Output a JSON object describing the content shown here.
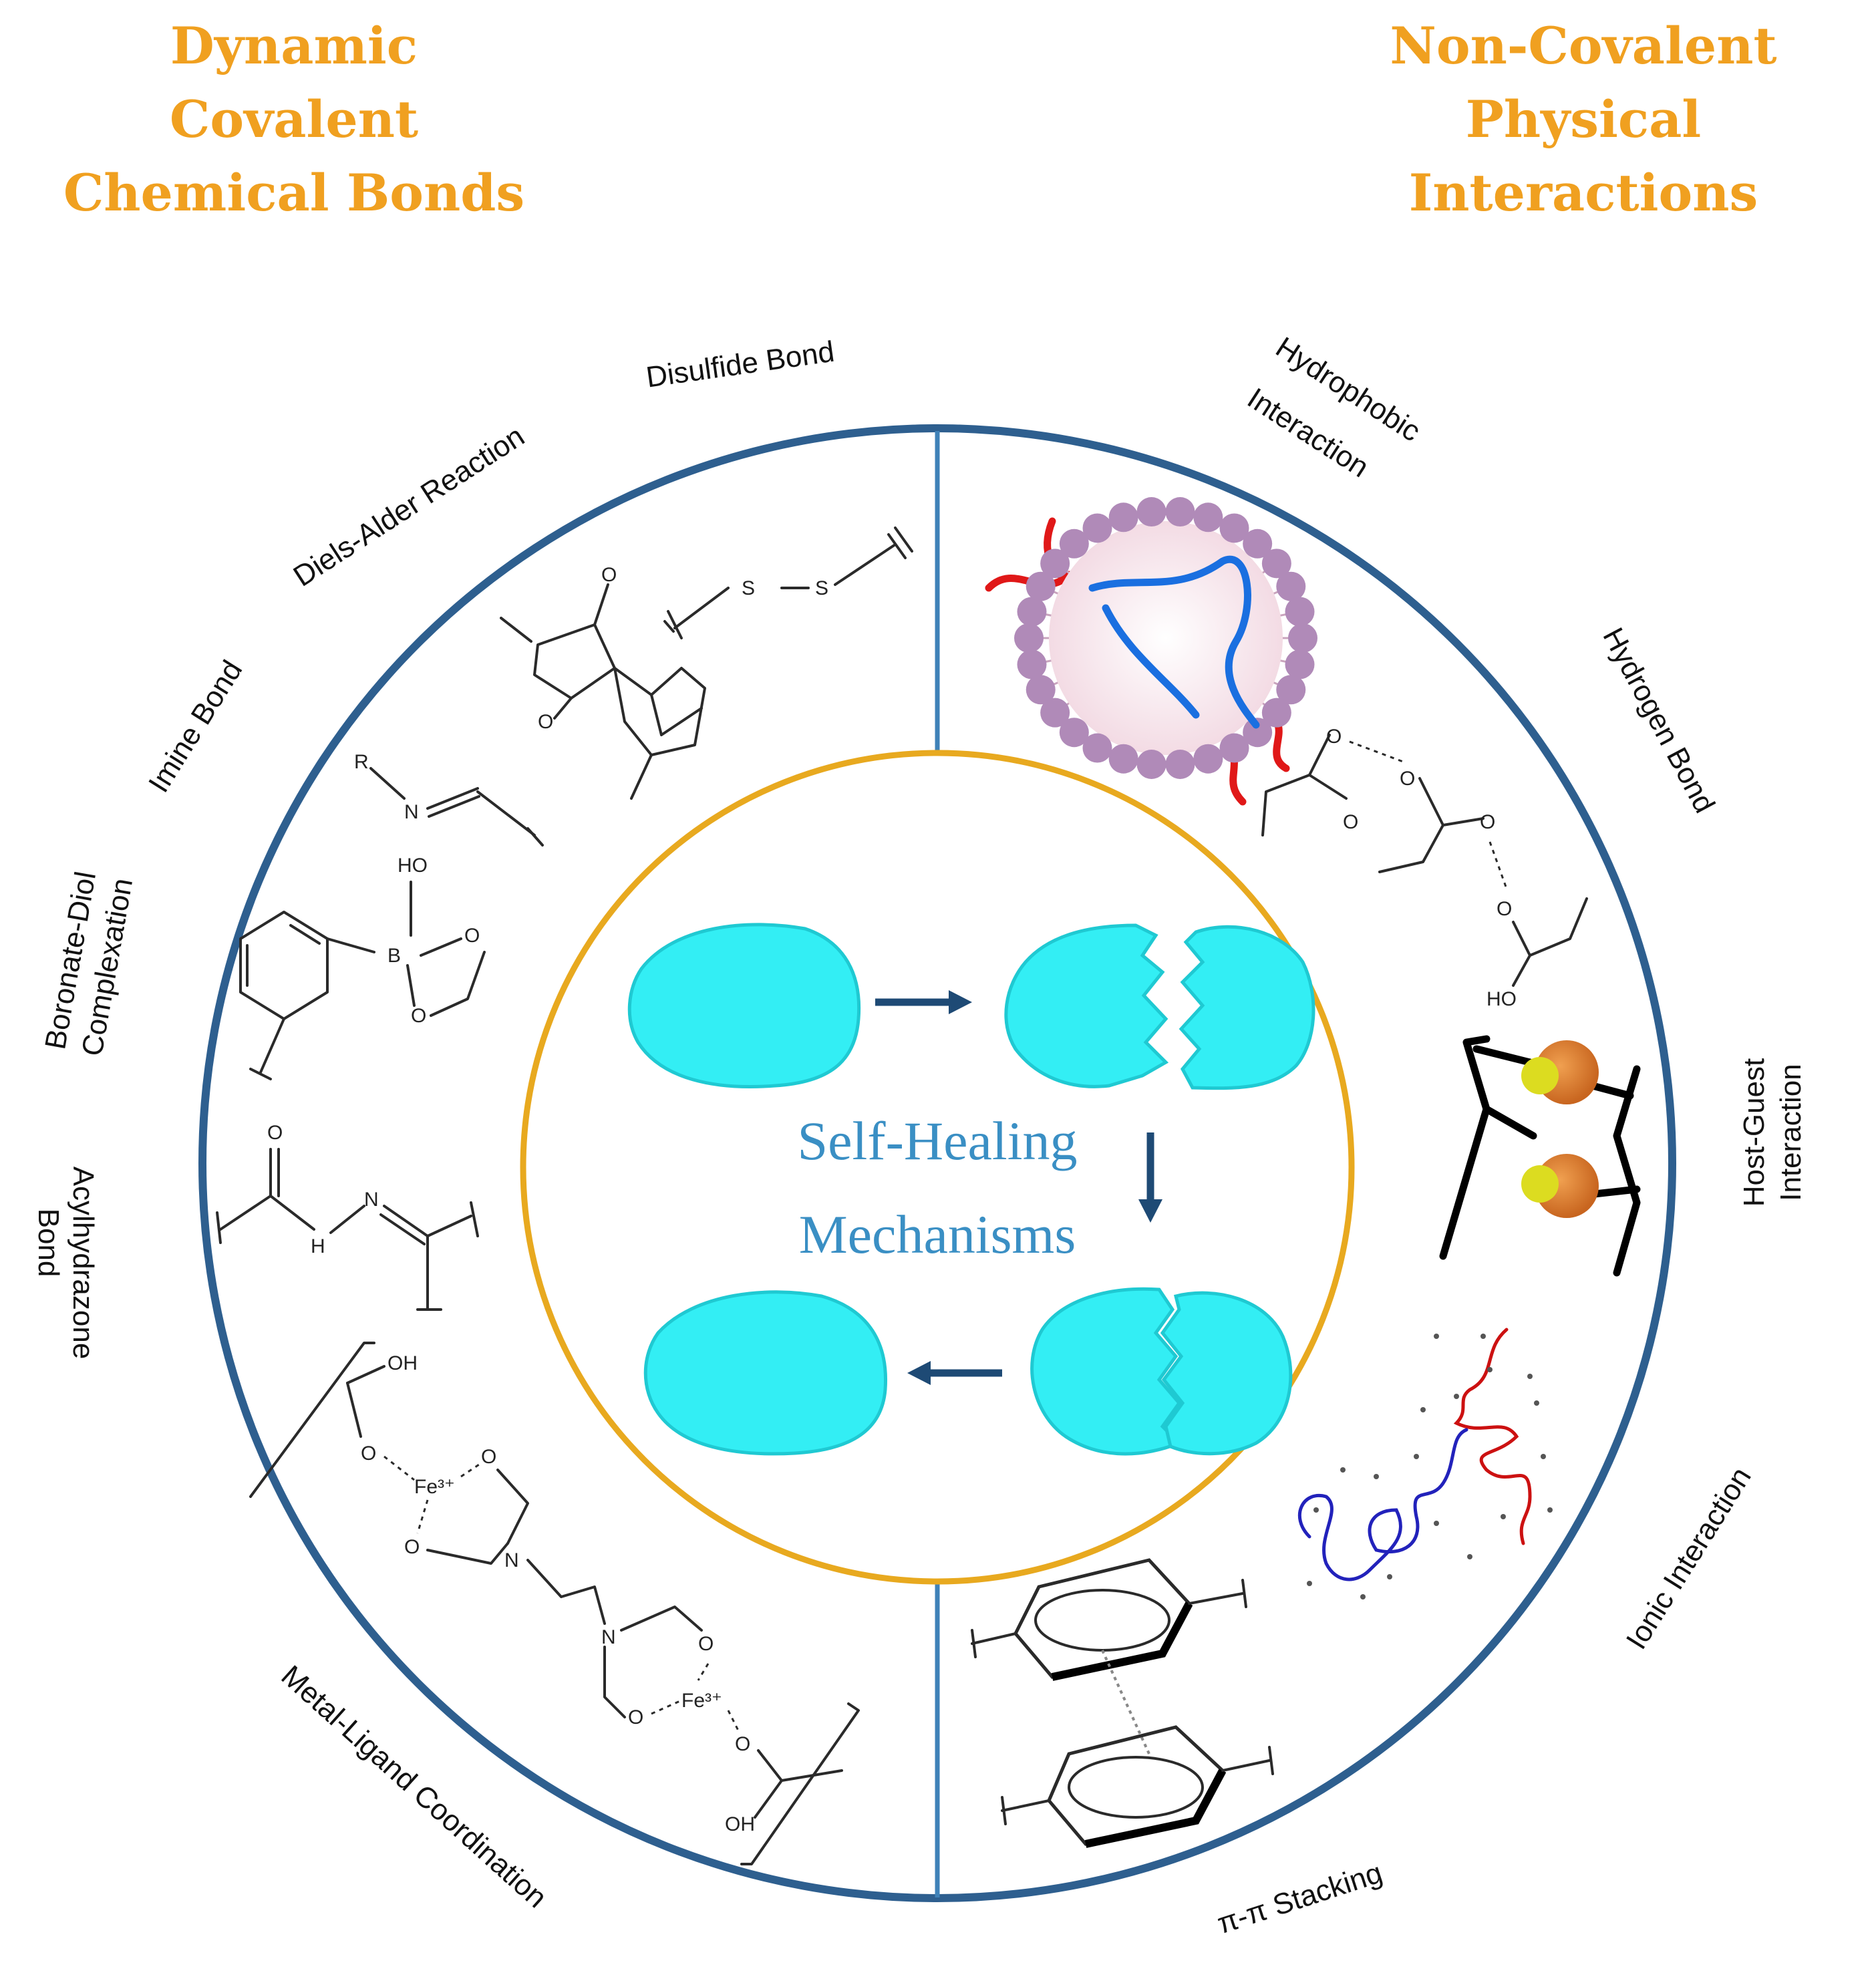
{
  "headings": {
    "left": [
      "Dynamic",
      "Covalent",
      "Chemical Bonds"
    ],
    "right": [
      "Non-Covalent",
      "Physical",
      "Interactions"
    ]
  },
  "center": {
    "title_line1": "Self-Healing",
    "title_line2": "Mechanisms"
  },
  "left_mechanisms": {
    "disulfide": "Disulfide Bond",
    "diels_alder": "Diels-Alder Reaction",
    "imine": "Imine Bond",
    "boronate_line1": "Boronate-Diol",
    "boronate_line2": "Complexation",
    "acylhydrazone_line1": "Acylhydrazone",
    "acylhydrazone_line2": "Bond",
    "metal_ligand": "Metal-Ligand Coordination"
  },
  "right_mechanisms": {
    "hydrophobic_line1": "Hydrophobic",
    "hydrophobic_line2": "Interaction",
    "hydrogen": "Hydrogen Bond",
    "host_guest_line1": "Host-Guest",
    "host_guest_line2": "Interaction",
    "ionic": "Ionic Interaction",
    "pi_stacking": "π-π Stacking"
  },
  "chem_labels": {
    "sulfur": "S",
    "ho": "HO",
    "oh": "OH",
    "r": "R",
    "n": "N",
    "nh": "H",
    "o": "O",
    "b": "B",
    "fe1": "Fe³⁺",
    "fe2": "Fe³⁺"
  },
  "colors": {
    "heading": "#f0a020",
    "outer_circle": "#2e5f8f",
    "divider": "#3f82b8",
    "inner_circle": "#e8a91f",
    "center_title": "#3a8fc4",
    "hydrogel_fill": "#33eef4",
    "arrow": "#1e4a75",
    "micelle_head": "#b08ab8",
    "micelle_core": "#f3dbe4",
    "polymer_red": "#e01818",
    "polymer_blue": "#1a6fe0",
    "guest_yellow": "#dcdc20",
    "host_orange": "#d97a2a",
    "ionic_red": "#cc1111",
    "ionic_blue": "#2222bb"
  }
}
